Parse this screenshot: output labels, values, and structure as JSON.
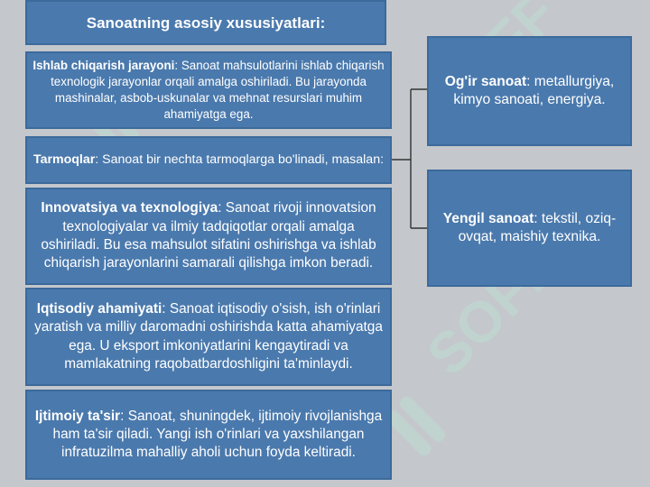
{
  "title": "Sanoatning asosiy xususiyatlari:",
  "left_boxes": [
    {
      "key": "Ishlab chiqarish jarayoni",
      "text": ": Sanoat mahsulotlarini ishlab chiqarish texnologik jarayonlar orqali amalga oshiriladi. Bu jarayonda mashinalar, asbob-uskunalar va mehnat resurslari muhim ahamiyatga ega."
    },
    {
      "key": "Tarmoqlar",
      "text": ": Sanoat bir nechta tarmoqlarga bo'linadi, masalan:"
    },
    {
      "key": "Innovatsiya va texnologiya",
      "text": ": Sanoat rivoji innovatsion texnologiyalar va ilmiy tadqiqotlar orqali amalga oshiriladi. Bu esa mahsulot sifatini oshirishga va ishlab chiqarish jarayonlarini samarali qilishga imkon beradi."
    },
    {
      "key": "Iqtisodiy ahamiyati",
      "text": ": Sanoat iqtisodiy o'sish, ish o'rinlari yaratish va milliy daromadni oshirishda katta ahamiyatga ega. U eksport imkoniyatlarini kengaytiradi va mamlakatning raqobatbardoshligini ta'minlaydi."
    },
    {
      "key": "Ijtimoiy ta'sir",
      "text": ": Sanoat, shuningdek, ijtimoiy rivojlanishga ham ta'sir qiladi. Yangi ish o'rinlari va yaxshilangan infratuzilma mahalliy aholi uchun foyda keltiradi."
    }
  ],
  "right_boxes": [
    {
      "key": "Og'ir sanoat",
      "text": ": metallurgiya, kimyo sanoati, energiya."
    },
    {
      "key": "Yengil sanoat",
      "text": ": tekstil, oziq-ovqat, maishiy texnika."
    }
  ],
  "colors": {
    "box": "#4a79ad",
    "border": "#3c6a9b",
    "background": "#c4c7cc",
    "text": "#ffffff",
    "watermark": "#b9e6d3"
  },
  "watermark": {
    "text": "SOFF"
  }
}
